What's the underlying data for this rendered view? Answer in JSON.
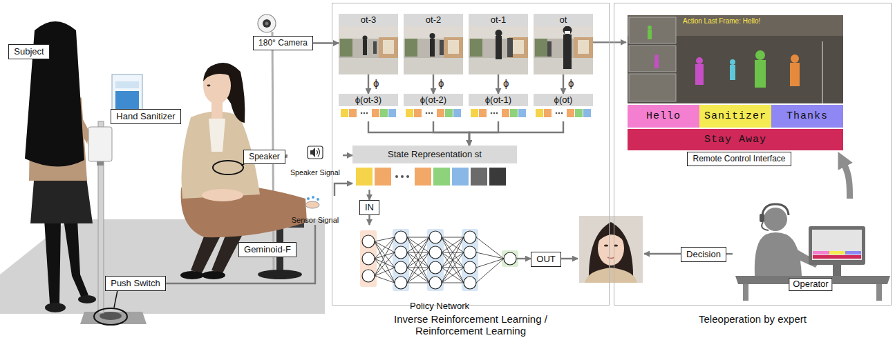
{
  "diagram": {
    "nodes": [
      {
        "text": [
          "Subject"
        ]
      },
      {
        "text": [
          "Hand Sanitizer"
        ]
      },
      {
        "text": [
          "Speaker"
        ]
      },
      {
        "text": [
          "Geminoid-F"
        ]
      },
      {
        "text": [
          "Push Switch"
        ]
      },
      {
        "text": [
          "180° Camera"
        ]
      },
      {
        "text": [
          "Speaker Signal"
        ]
      },
      {
        "text": [
          "Sensor Signal"
        ]
      },
      {
        "text": [
          "Inverse Reinforcement Learning / Reinforcement Learning"
        ]
      },
      {
        "text": [
          "ot-3"
        ],
        "in": 8
      },
      {
        "text": [
          "ot-2"
        ],
        "in": 8
      },
      {
        "text": [
          "ot-1"
        ],
        "in": 8
      },
      {
        "text": [
          "ot"
        ],
        "in": 8
      },
      {
        "text": [
          "ϕ(ot-3)"
        ],
        "in": 8
      },
      {
        "text": [
          "ϕ(ot-2)"
        ],
        "in": 8
      },
      {
        "text": [
          "ϕ(ot-1)"
        ],
        "in": 8
      },
      {
        "text": [
          "ϕ(ot)"
        ],
        "in": 8
      },
      {
        "text": [
          "State Representation st"
        ],
        "in": 8
      },
      {
        "text": [
          "IN"
        ],
        "in": 8
      },
      {
        "text": [
          "Policy Network"
        ],
        "in": 8
      },
      {
        "text": [
          "OUT"
        ],
        "in": 8
      },
      {
        "text": [
          "Teleoperation by expert"
        ]
      },
      {
        "text": [
          "Action Last Frame: Hello!"
        ],
        "in": 21
      },
      {
        "text": [
          "Hello"
        ],
        "in": 22
      },
      {
        "text": [
          "Sanitizer"
        ],
        "in": 22
      },
      {
        "text": [
          "Thanks"
        ],
        "in": 22
      },
      {
        "text": [
          "Stay Away"
        ],
        "in": 22
      },
      {
        "text": [
          "Remote Control Interface"
        ],
        "in": 21
      },
      {
        "text": [
          "Decision"
        ],
        "in": 21
      },
      {
        "text": [
          "Operator"
        ],
        "in": 21
      }
    ],
    "edges": [
      {
        "from": 5,
        "to": 9,
        "arrow": "to"
      },
      {
        "from": 2,
        "to": 6,
        "arrow": "none"
      },
      {
        "from": 6,
        "to": 17,
        "arrow": "to"
      },
      {
        "from": 4,
        "to": 7,
        "arrow": "none"
      },
      {
        "from": 7,
        "to": 17,
        "arrow": "to"
      },
      {
        "from": 9,
        "to": 13,
        "label": "ϕ",
        "arrow": "to"
      },
      {
        "from": 10,
        "to": 14,
        "label": "ϕ",
        "arrow": "to"
      },
      {
        "from": 11,
        "to": 15,
        "label": "ϕ",
        "arrow": "to"
      },
      {
        "from": 12,
        "to": 16,
        "label": "ϕ",
        "arrow": "to"
      },
      {
        "from": 13,
        "to": 17,
        "arrow": "to"
      },
      {
        "from": 14,
        "to": 17,
        "arrow": "to"
      },
      {
        "from": 15,
        "to": 17,
        "arrow": "to"
      },
      {
        "from": 16,
        "to": 17,
        "arrow": "to"
      },
      {
        "from": 12,
        "to": 22,
        "arrow": "to"
      },
      {
        "from": 17,
        "to": 18,
        "arrow": "to"
      },
      {
        "from": 18,
        "to": 19,
        "arrow": "to"
      },
      {
        "from": 19,
        "to": 20,
        "arrow": "to"
      },
      {
        "from": 29,
        "to": 28,
        "arrow": "none"
      },
      {
        "from": 29,
        "to": 22,
        "arrow": "to"
      }
    ]
  }
}
